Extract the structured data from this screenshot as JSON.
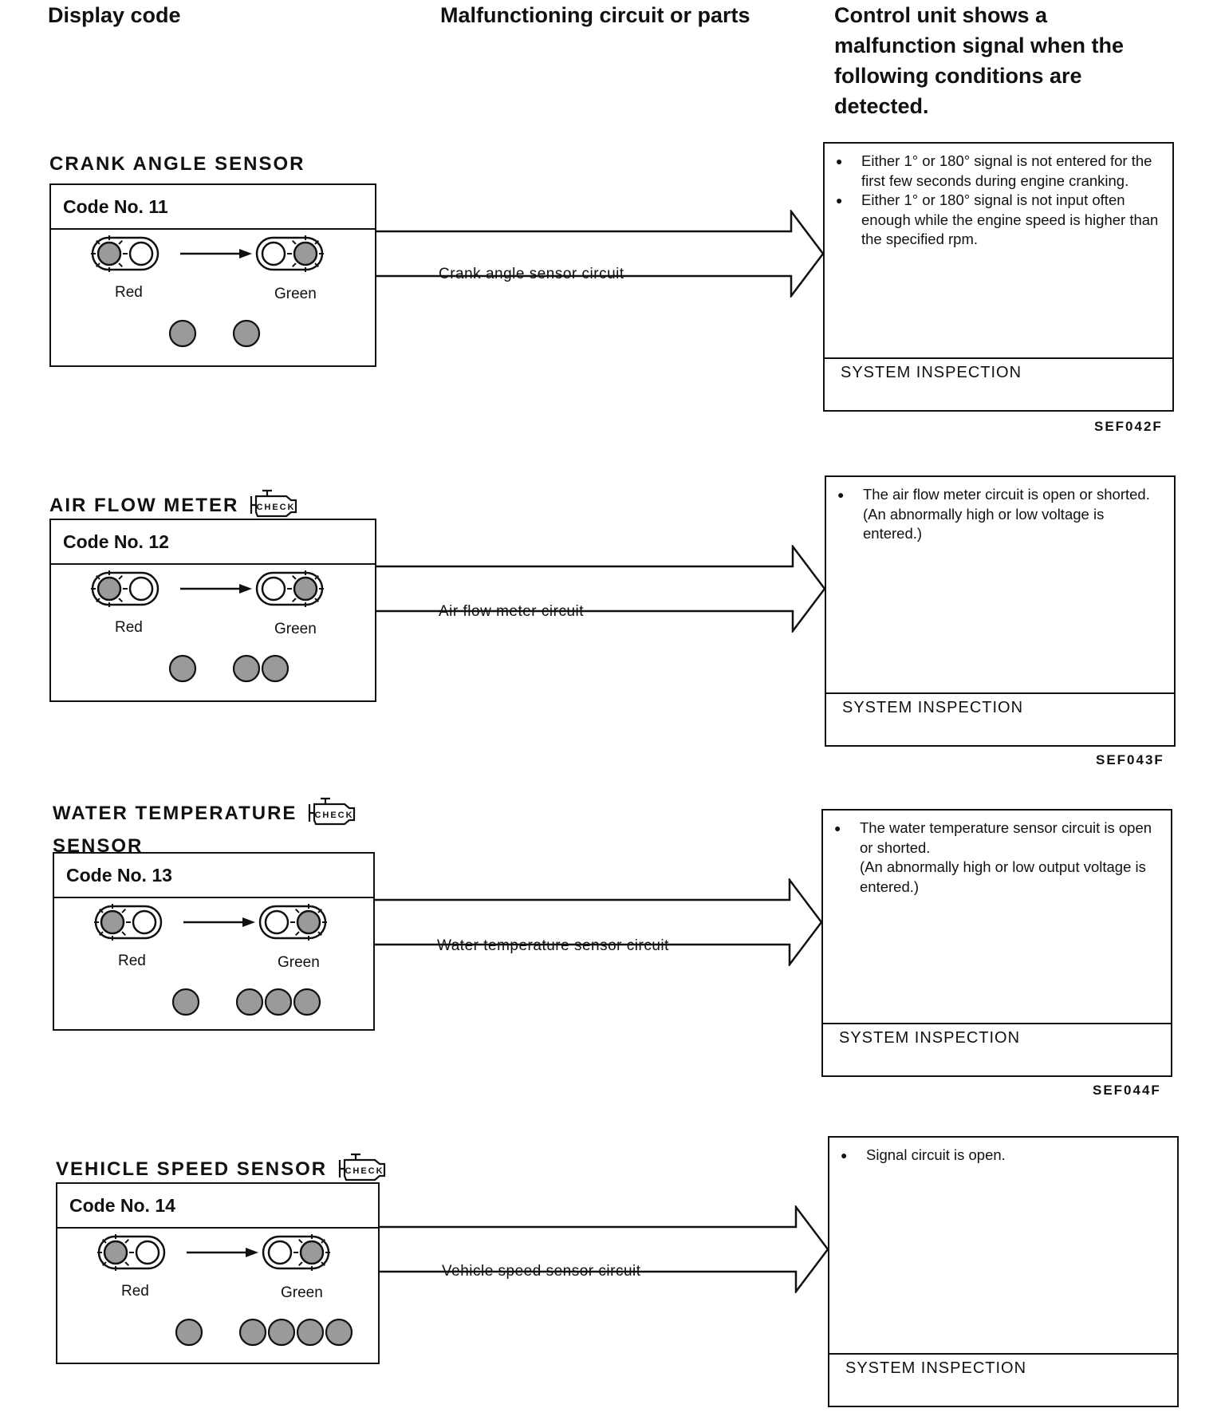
{
  "headers": {
    "display_code": "Display code",
    "malfunction": "Malfunctioning circuit or parts",
    "control_unit": [
      "Control unit shows a",
      "malfunction signal when the",
      "following conditions are",
      "detected."
    ]
  },
  "led_labels": {
    "red": "Red",
    "green": "Green"
  },
  "check_icon_text": "CHECK",
  "system_inspection": "SYSTEM INSPECTION",
  "sections": [
    {
      "title_lines": [
        "CRANK  ANGLE  SENSOR"
      ],
      "has_check_icon": false,
      "code": "Code No. 11",
      "red_flashes": 1,
      "green_flashes": 1,
      "circuit": "Crank angle sensor circuit",
      "conditions": [
        "Either 1° or 180° signal is not entered for the first few seconds during engine cranking.",
        "Either 1° or 180° signal is not input often enough while the engine speed is higher than the specified rpm."
      ],
      "ref": "SEF042F"
    },
    {
      "title_lines": [
        "AIR  FLOW  METER"
      ],
      "has_check_icon": true,
      "code": "Code No. 12",
      "red_flashes": 1,
      "green_flashes": 2,
      "circuit": "Air flow meter circuit",
      "conditions": [
        "The air flow meter circuit is open or shorted.\n(An abnormally high or low voltage is entered.)"
      ],
      "ref": "SEF043F"
    },
    {
      "title_lines": [
        "WATER  TEMPERATURE",
        "SENSOR"
      ],
      "has_check_icon": true,
      "code": "Code No. 13",
      "red_flashes": 1,
      "green_flashes": 3,
      "circuit": "Water temperature sensor circuit",
      "conditions": [
        "The water temperature sensor circuit is open or shorted.\n(An abnormally high or low output voltage is entered.)"
      ],
      "ref": "SEF044F"
    },
    {
      "title_lines": [
        "VEHICLE  SPEED  SENSOR"
      ],
      "has_check_icon": true,
      "code": "Code No. 14",
      "red_flashes": 1,
      "green_flashes": 4,
      "circuit": "Vehicle speed sensor circuit",
      "conditions": [
        "Signal circuit is open."
      ],
      "ref": ""
    }
  ]
}
